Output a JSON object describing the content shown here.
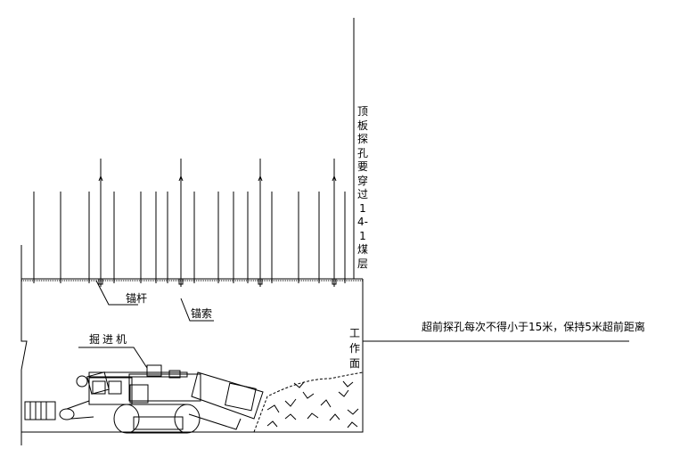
{
  "labels": {
    "roof_probe": "顶板探孔要穿过14-1煤层",
    "anchor_bolt": "锚杆",
    "anchor_cable": "锚索",
    "roadheader": "掘进机",
    "work_face": "工作面",
    "advance_note": "超前探孔每次不得小于15米，保持5米超前距离"
  }
}
